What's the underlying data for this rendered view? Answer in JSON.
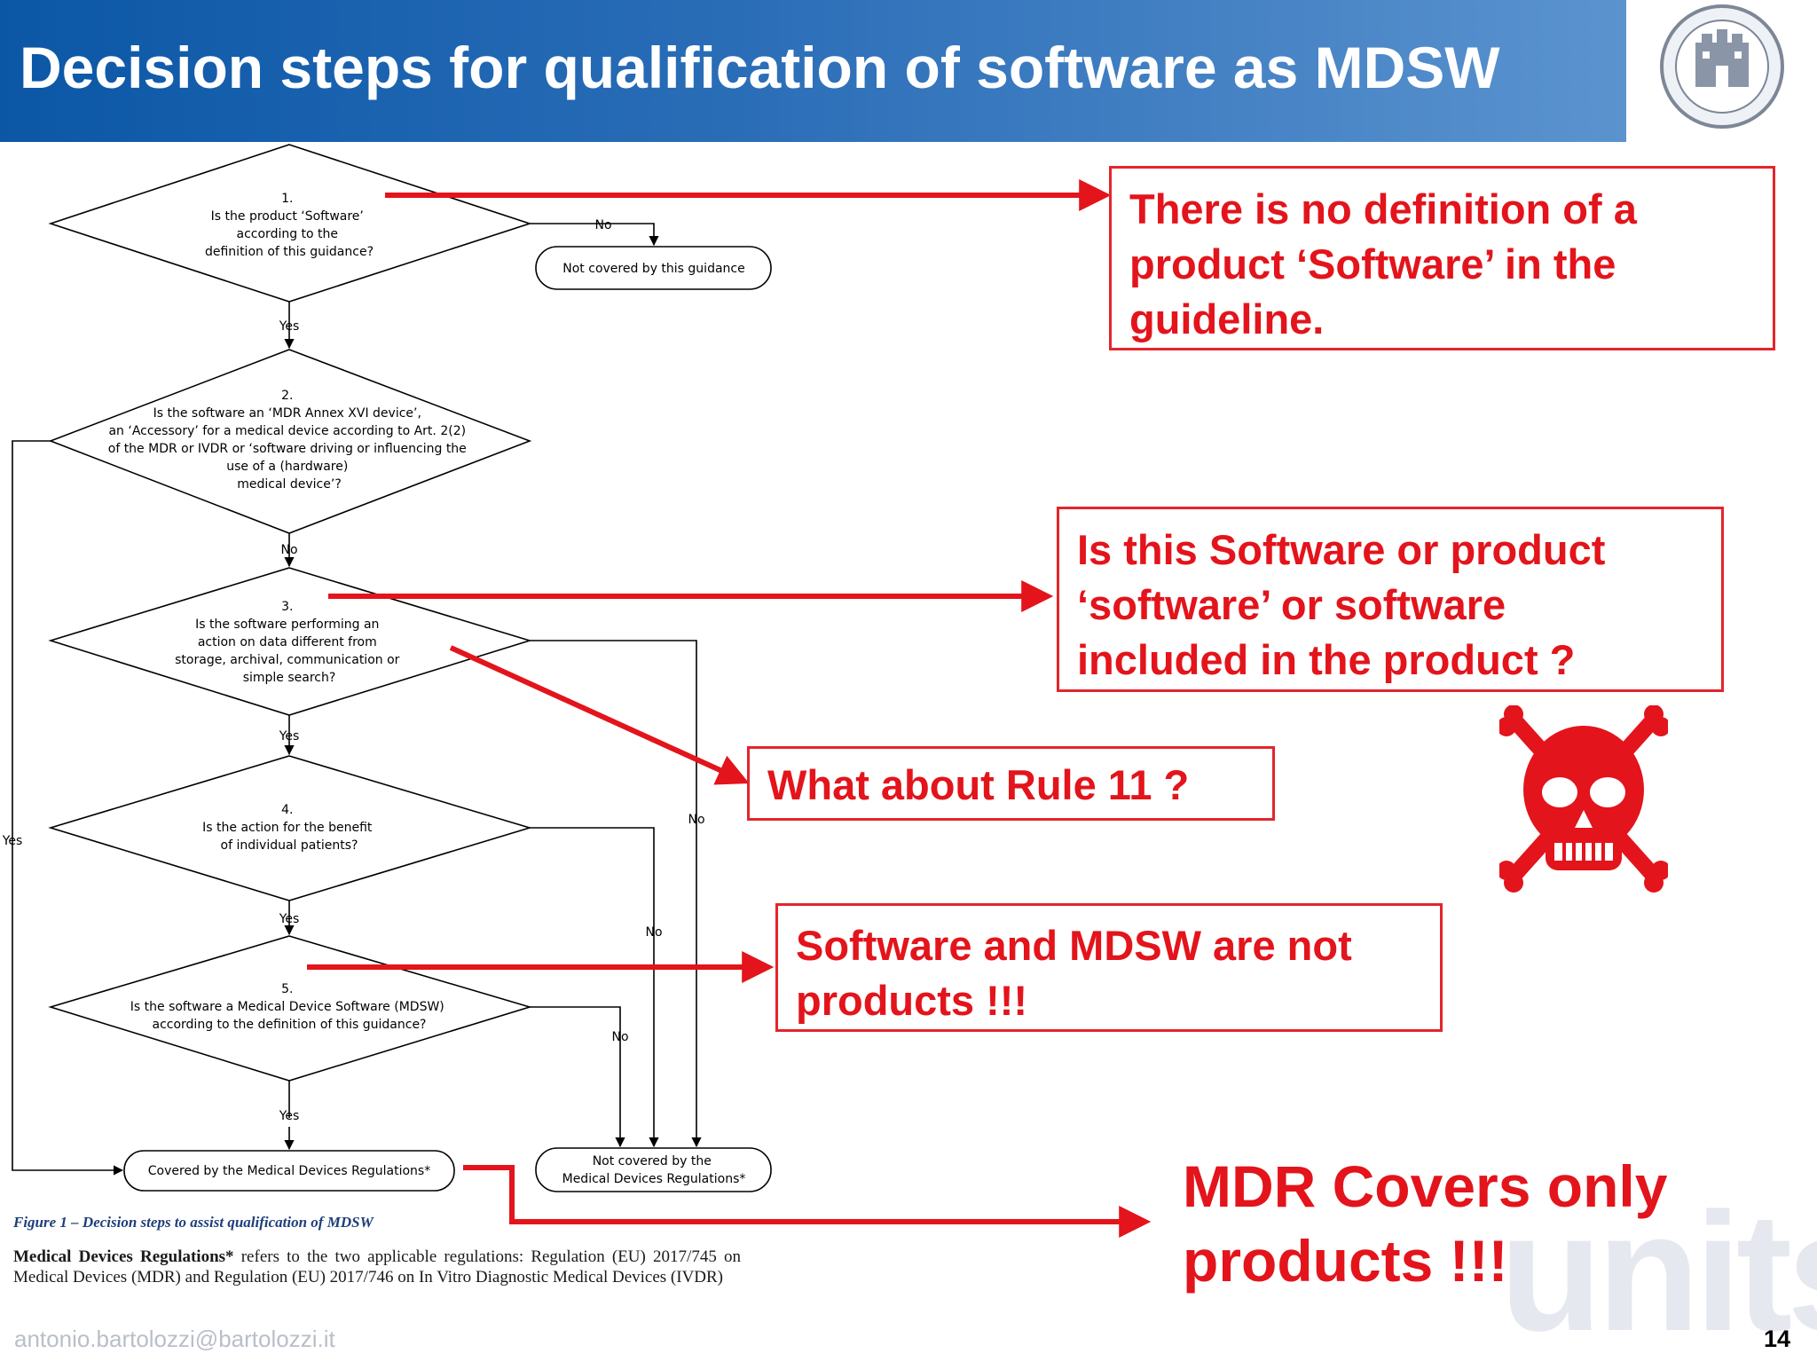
{
  "header": {
    "title": "Decision steps for qualification of software as MDSW"
  },
  "flowchart": {
    "q1": {
      "num": "1.",
      "lines": [
        "Is the product ‘Software’",
        "according to the",
        "definition of this guidance?"
      ]
    },
    "q2": {
      "num": "2.",
      "lines": [
        "Is the software an ‘MDR Annex XVI device’,",
        "an ‘Accessory’ for a medical device according to Art. 2(2)",
        "of the MDR or IVDR or ‘software driving or influencing the",
        "use of a (hardware)",
        "medical device’?"
      ]
    },
    "q3": {
      "num": "3.",
      "lines": [
        "Is the software performing an",
        "action on data different from",
        "storage, archival, communication or",
        "simple search?"
      ]
    },
    "q4": {
      "num": "4.",
      "lines": [
        "Is the action for the benefit",
        "of individual patients?"
      ]
    },
    "q5": {
      "num": "5.",
      "lines": [
        "Is the software a Medical Device Software (MDSW)",
        "according to the definition of this guidance?"
      ]
    },
    "end_not_guidance": "Not covered by this guidance",
    "end_covered": "Covered by the Medical Devices Regulations*",
    "end_not_covered_lines": [
      "Not covered by the",
      "Medical Devices Regulations*"
    ],
    "edge_labels": {
      "no": "No",
      "yes": "Yes"
    }
  },
  "caption": "Figure 1 – Decision steps to assist qualification of MDSW",
  "footnote": {
    "term": "Medical Devices Regulations*",
    "text": " refers to the two applicable regulations: Regulation (EU) 2017/745 on Medical Devices (MDR) and Regulation (EU) 2017/746 on In Vitro Diagnostic Medical Devices (IVDR)"
  },
  "callouts": {
    "c1": [
      "There is no definition of a",
      "product ‘Software’ in the",
      "guideline."
    ],
    "c2": [
      "Is this Software or product",
      "‘software’  or software",
      "included in the product ?"
    ],
    "c3": [
      "What about Rule 11 ?"
    ],
    "c4": [
      "Software and MDSW are not",
      "products !!!"
    ],
    "c5": [
      "MDR Covers only",
      "products !!!"
    ]
  },
  "watermark": "units",
  "footer": {
    "email": "antonio.bartolozzi@bartolozzi.it",
    "page": "14"
  },
  "colors": {
    "accent_red": "#e3141b",
    "header_blue": "#0b57a6"
  },
  "icons": {
    "seal": "university-seal-icon",
    "skull": "skull-crossbones-icon"
  }
}
